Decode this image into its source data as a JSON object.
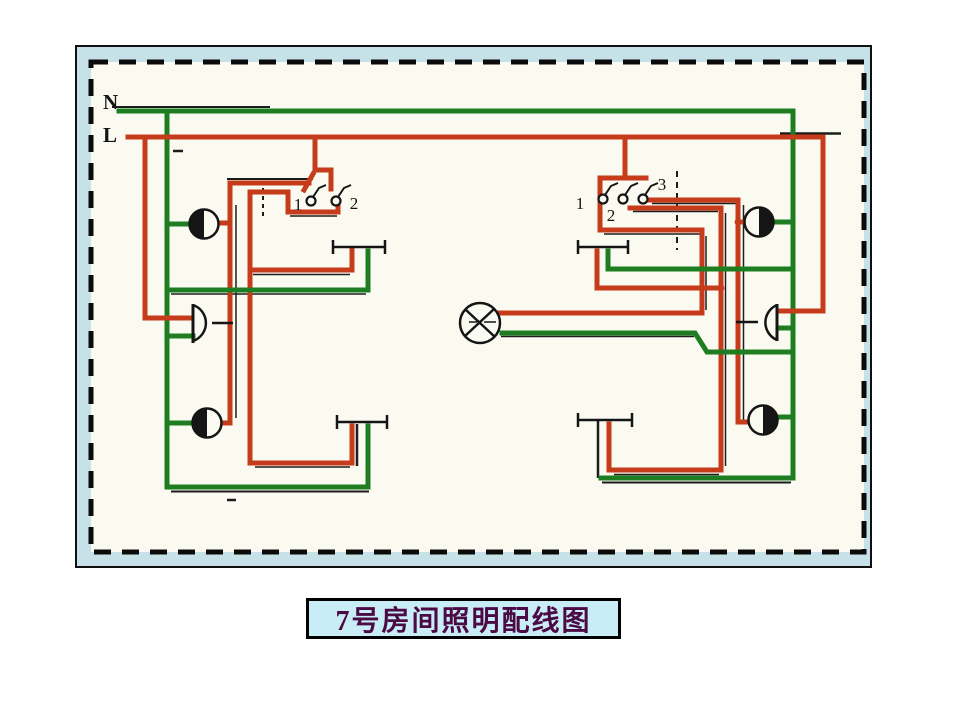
{
  "slide": {
    "background": "#ffffff",
    "panel": {
      "frame_color": "#c7e1e8",
      "paper_color": "#fbfaf1",
      "border_style": "black-dashed"
    },
    "diagram": {
      "bus": {
        "neutral_label": "N",
        "live_label": "L"
      },
      "wire_colors": {
        "neutral": "#1e7d20",
        "live": "#c63c1a",
        "scan_black": "#1c1c1c"
      },
      "switch_groups": {
        "left": {
          "labels": [
            "1",
            "2"
          ]
        },
        "right": {
          "labels": [
            "1",
            "2",
            "3"
          ]
        }
      },
      "component_icons": {
        "half_shaded_lamp": "half-filled-circle",
        "wall_socket": "semicircle-with-stem",
        "ceiling_lamp": "circle-with-cross",
        "terminal_bar": "bar-with-end-ticks",
        "switch": "small-circle-with-lever"
      }
    },
    "caption": {
      "text": "7号房间照明配线图",
      "text_color": "#4c0a44",
      "bg_color": "#c9edf6"
    }
  }
}
